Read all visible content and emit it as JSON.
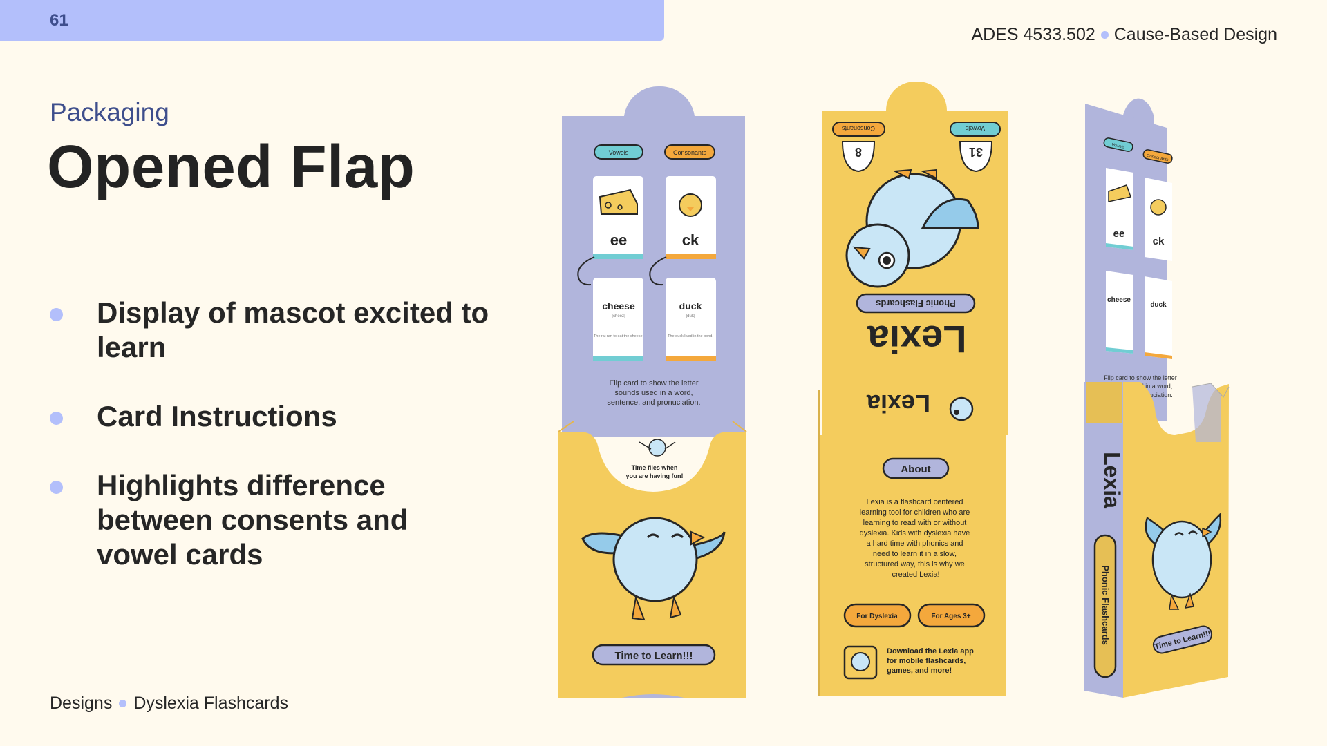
{
  "page_number": "61",
  "course": {
    "code": "ADES 4533.502",
    "name": "Cause-Based Design"
  },
  "section": "Packaging",
  "title": "Opened Flap",
  "bullets": [
    "Display of mascot excited to learn",
    "Card Instructions",
    "Highlights difference between consents and vowel cards"
  ],
  "footer": {
    "left": "Designs",
    "right": "Dyslexia Flashcards"
  },
  "box_front": {
    "vowels_tag": "Vowels",
    "consonants_tag": "Consonants",
    "card_ee": "ee",
    "card_ck": "ck",
    "word_cheese": "cheese",
    "word_duck": "duck",
    "ipa_cheese": "[cheez]",
    "ipa_duck": "[duk]",
    "sentence_cheese": "The rat ran to eat the cheese.",
    "sentence_duck": "The duck lived in the pond.",
    "instructions_1": "Flip card to show the letter",
    "instructions_2": "sounds used in a word,",
    "instructions_3": "sentence, and pronuciation.",
    "tagline_1": "Time flies when",
    "tagline_2": "you are having fun!",
    "cta": "Time to Learn!!!"
  },
  "box_back": {
    "consonants_tag": "Consonants",
    "vowels_tag": "Vowels",
    "consonant_count": "8",
    "vowel_count": "31",
    "brand": "Lexia",
    "product": "Phonic Flashcards",
    "about_label": "About",
    "about_lines": [
      "Lexia is a flashcard centered",
      "learning tool for children who are",
      "learning to read with or without",
      "dyslexia. Kids with dyslexia have",
      "a hard time with phonics and",
      "need to learn it in a slow,",
      "structured way, this is why we",
      "created Lexia!"
    ],
    "badge_dyslexia": "For Dyslexia",
    "badge_ages": "For Ages 3+",
    "download_1": "Download the Lexia app",
    "download_2": "for mobile flashcards,",
    "download_3": "games, and more!"
  },
  "box_side": {
    "brand": "Lexia",
    "product": "Phonic Flashcards",
    "vowels_tag": "Vowels",
    "consonants_tag": "Consonants",
    "card_ee": "ee",
    "card_ck": "ck",
    "word_cheese": "cheese",
    "word_duck": "duck",
    "ins_1": "Flip card to show the letter",
    "ins_2": "sounds used in a word,",
    "ins_3": "ence, and pronuciation.",
    "cta": "Time to Learn!!!"
  },
  "colors": {
    "accent": "#b3bffb",
    "heading_blue": "#3e4e8c",
    "box_yellow": "#f4cc5d",
    "box_lavender": "#b1b5dc",
    "tag_teal": "#71cdd3",
    "tag_orange": "#f4a83c",
    "bird_blue": "#c9e6f6",
    "wing_blue": "#95cbea"
  }
}
